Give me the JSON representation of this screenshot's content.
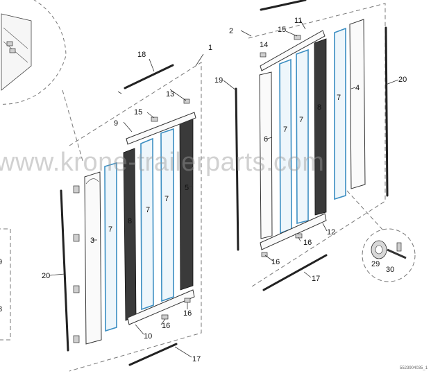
{
  "watermark": "www.krone-trailerparts.com",
  "drawing_code": "5523904035_1",
  "labels": {
    "l1": "1",
    "l2": "2",
    "l3": "3",
    "l4": "4",
    "l5": "5",
    "l6": "6",
    "l7a": "7",
    "l7b": "7",
    "l7c": "7",
    "l7d": "7",
    "l7e": "7",
    "l7f": "7",
    "l8a": "8",
    "l8b": "8",
    "l9": "9",
    "l10": "10",
    "l11": "11",
    "l12": "12",
    "l13": "13",
    "l14": "14",
    "l15a": "15",
    "l15b": "15",
    "l16a": "16",
    "l16b": "16",
    "l16c": "16",
    "l16d": "16",
    "l17a": "17",
    "l17b": "17",
    "l18": "18",
    "l19": "19",
    "l20a": "20",
    "l20b": "20",
    "l29": "29",
    "l30": "30",
    "edge9": "9",
    "edge8": "8"
  }
}
